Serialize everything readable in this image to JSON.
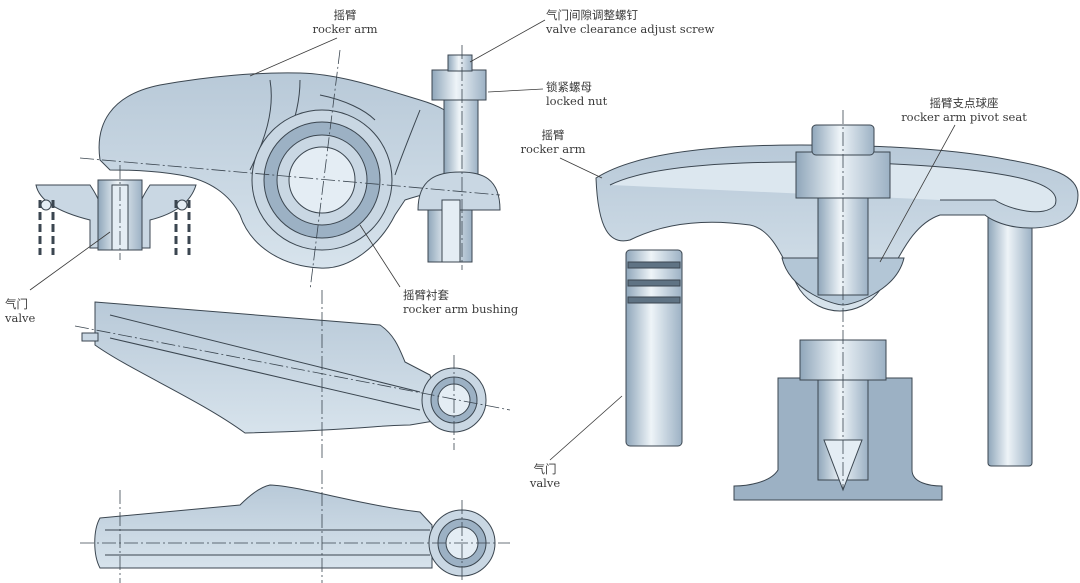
{
  "colors": {
    "metal_fill": "#c9d7e3",
    "metal_dark": "#8fa6ba",
    "metal_light": "#e4edf4",
    "outline": "#3b4650",
    "leader": "#3a3a3a"
  },
  "labels": {
    "rocker_arm_left": {
      "cn": "摇臂",
      "en": "rocker arm"
    },
    "adjust_screw": {
      "cn": "气门间隙调整螺钉",
      "en": "valve clearance adjust screw"
    },
    "locked_nut": {
      "cn": "锁紧螺母",
      "en": "locked nut"
    },
    "valve_left": {
      "cn": "气门",
      "en": "valve"
    },
    "bushing": {
      "cn": "摇臂衬套",
      "en": "rocker arm bushing"
    },
    "rocker_arm_right": {
      "cn": "摇臂",
      "en": "rocker arm"
    },
    "pivot_seat": {
      "cn": "摇臂支点球座",
      "en": "rocker arm pivot seat"
    },
    "valve_right": {
      "cn": "气门",
      "en": "valve"
    }
  }
}
